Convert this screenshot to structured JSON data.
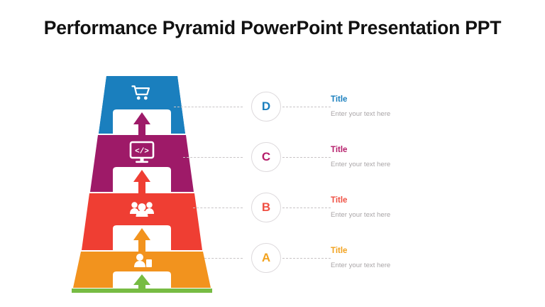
{
  "slide": {
    "title": "Performance Pyramid PowerPoint Presentation PPT",
    "background": "#ffffff"
  },
  "colors": {
    "tier_blue": "#1a7fbe",
    "tier_magenta": "#9e1a68",
    "tier_red": "#ef3e33",
    "tier_orange": "#f2931e",
    "base_green": "#77bc43",
    "badge_border": "#ddd9dc",
    "dash_line": "#c8c4c6",
    "body_text": "#a9a5a7",
    "title_text": "#111111"
  },
  "pyramid": {
    "tiers": [
      {
        "key": "D",
        "level": 4,
        "color": "#1a7fbe",
        "icon": "shopping-cart-icon",
        "arrow_color": "#9e1a68",
        "arrow_name": "up-arrow-icon"
      },
      {
        "key": "C",
        "level": 3,
        "color": "#9e1a68",
        "icon": "code-monitor-icon",
        "arrow_color": "#ef3e33",
        "arrow_name": "up-arrow-icon"
      },
      {
        "key": "B",
        "level": 2,
        "color": "#ef3e33",
        "icon": "people-group-icon",
        "arrow_color": "#f2931e",
        "arrow_name": "up-arrow-icon"
      },
      {
        "key": "A",
        "level": 1,
        "color": "#f2931e",
        "icon": "support-agent-icon",
        "arrow_color": "#77bc43",
        "arrow_name": "up-arrow-icon"
      }
    ],
    "base_bar": {
      "color": "#77bc43"
    }
  },
  "rows": [
    {
      "badge": "D",
      "badge_color": "#1a7fbe",
      "title": "Title",
      "title_color": "#1a7fbe",
      "body": "Enter your text here"
    },
    {
      "badge": "C",
      "badge_color": "#b51d6a",
      "title": "Title",
      "title_color": "#b51d6a",
      "body": "Enter your text here"
    },
    {
      "badge": "B",
      "badge_color": "#ef5043",
      "title": "Title",
      "title_color": "#ef5043",
      "body": "Enter your text here"
    },
    {
      "badge": "A",
      "badge_color": "#f2a21e",
      "title": "Title",
      "title_color": "#f2a21e",
      "body": "Enter your text here"
    }
  ]
}
